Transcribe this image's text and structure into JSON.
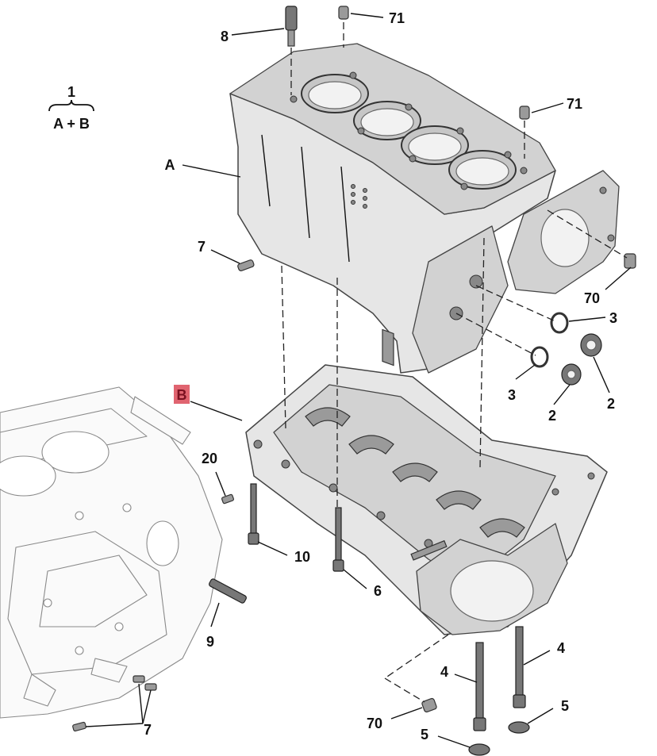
{
  "assembly": {
    "number": "1",
    "composition": "A + B"
  },
  "callouts": {
    "A": "A",
    "B": "B",
    "c71_top": "71",
    "c8": "8",
    "c71_right": "71",
    "c7_mid": "7",
    "c70_right": "70",
    "c3_upper": "3",
    "c3_lower": "3",
    "c2_left": "2",
    "c2_right": "2",
    "c20": "20",
    "c10": "10",
    "c6": "6",
    "c9": "9",
    "c4_left": "4",
    "c4_right": "4",
    "c5_right": "5",
    "c5_bottom": "5",
    "c70_bottom": "70",
    "c7_bottom": "7"
  },
  "colors": {
    "highlight_B": "#e06470",
    "ink": "#111111"
  }
}
